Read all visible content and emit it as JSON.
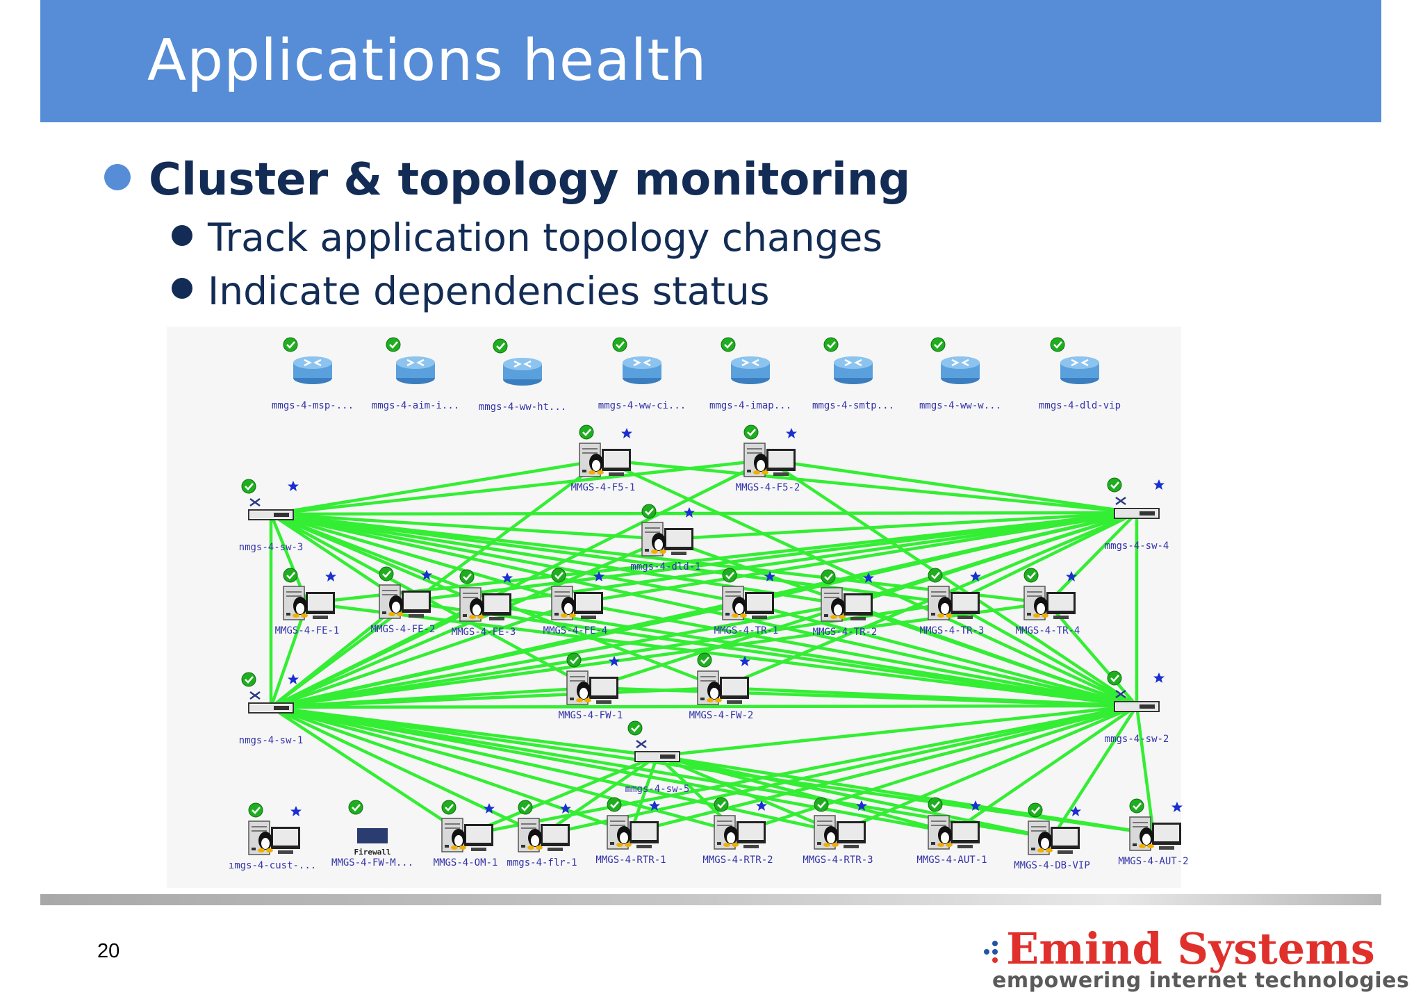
{
  "slide": {
    "title": "Applications health",
    "heading": "Cluster & topology monitoring",
    "bullets": [
      "Track application topology changes",
      "Indicate dependencies status"
    ],
    "page_number": "20"
  },
  "logo": {
    "name": "Emind Systems",
    "tagline": "empowering internet technologies"
  },
  "colors": {
    "header": "#568dd6",
    "text": "#132c55",
    "link": "#33ee33",
    "node_label": "#3333aa",
    "status_ok": "#1fae1f"
  },
  "diagram": {
    "routers": [
      {
        "id": "r1",
        "label": "mmgs-4-msp-..."
      },
      {
        "id": "r2",
        "label": "mmgs-4-aim-i..."
      },
      {
        "id": "r3",
        "label": "mmgs-4-ww-ht..."
      },
      {
        "id": "r4",
        "label": "mmgs-4-ww-ci..."
      },
      {
        "id": "r5",
        "label": "mmgs-4-imap..."
      },
      {
        "id": "r6",
        "label": "mmgs-4-smtp..."
      },
      {
        "id": "r7",
        "label": "mmgs-4-ww-w..."
      },
      {
        "id": "r8",
        "label": "mmgs-4-dld-vip"
      }
    ],
    "switches": [
      {
        "id": "sw3",
        "label": "nmgs-4-sw-3"
      },
      {
        "id": "sw4",
        "label": "mmgs-4-sw-4"
      },
      {
        "id": "sw1",
        "label": "nmgs-4-sw-1"
      },
      {
        "id": "sw2",
        "label": "mmgs-4-sw-2"
      },
      {
        "id": "sw5",
        "label": "mmgs-4-sw-5"
      }
    ],
    "servers": [
      {
        "id": "f51",
        "label": "MMGS-4-F5-1"
      },
      {
        "id": "f52",
        "label": "MMGS-4-F5-2"
      },
      {
        "id": "dld",
        "label": "mmgs-4-dld-1"
      },
      {
        "id": "fe1",
        "label": "MMGS-4-FE-1"
      },
      {
        "id": "fe2",
        "label": "MMGS-4-FE-2"
      },
      {
        "id": "fe3",
        "label": "MMGS-4-FE-3"
      },
      {
        "id": "fe4",
        "label": "MMGS-4-FE-4"
      },
      {
        "id": "tr1",
        "label": "MMGS-4-TR-1"
      },
      {
        "id": "tr2",
        "label": "MMGS-4-TR-2"
      },
      {
        "id": "tr3",
        "label": "MMGS-4-TR-3"
      },
      {
        "id": "tr4",
        "label": "MMGS-4-TR-4"
      },
      {
        "id": "fw1",
        "label": "MMGS-4-FW-1"
      },
      {
        "id": "fw2",
        "label": "MMGS-4-FW-2"
      },
      {
        "id": "cust",
        "label": "ımgs-4-cust-..."
      },
      {
        "id": "fwm",
        "label": "MMGS-4-FW-M..."
      },
      {
        "id": "om1",
        "label": "MMGS-4-OM-1"
      },
      {
        "id": "flr",
        "label": "mmgs-4-flr-1"
      },
      {
        "id": "rtr1",
        "label": "MMGS-4-RTR-1"
      },
      {
        "id": "rtr2",
        "label": "MMGS-4-RTR-2"
      },
      {
        "id": "rtr3",
        "label": "MMGS-4-RTR-3"
      },
      {
        "id": "aut1",
        "label": "MMGS-4-AUT-1"
      },
      {
        "id": "dbvip",
        "label": "MMGS-4-DB-VIP"
      },
      {
        "id": "aut2",
        "label": "MMGS-4-AUT-2"
      }
    ],
    "firewall_device_label": "Firewall"
  }
}
